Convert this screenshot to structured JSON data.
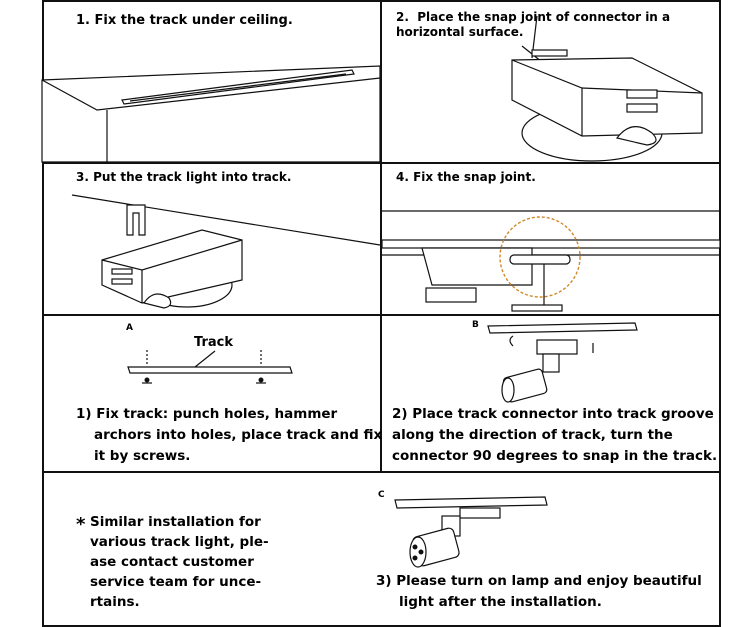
{
  "panels": {
    "step1": "1. Fix the track under ceiling.",
    "step2_line1": "2.  Place the snap joint of connector in a",
    "step2_line2": "horizontal surface.",
    "step3": "3. Put the track light into track.",
    "step4": "4. Fix the snap joint.",
    "label_a": "A",
    "label_b": "B",
    "label_c": "C",
    "track_label": "Track",
    "fix1_line1": "1) Fix track: punch holes, hammer",
    "fix1_line2": "archors into holes, place track and fix",
    "fix1_line3": "it by screws.",
    "fix2_line1": "2)  Place track connector into track groove",
    "fix2_line2": "along the direction of track, turn the",
    "fix2_line3": "connector 90 degrees to snap in the track.",
    "note_star": "*",
    "note_line1": "Similar installation for",
    "note_line2": "various track light, ple-",
    "note_line3": "ase contact customer",
    "note_line4": "service team for unce-",
    "note_line5": "rtains.",
    "fix3_line1": "3)  Please turn on lamp and enjoy beautiful",
    "fix3_line2": "light after the installation."
  }
}
